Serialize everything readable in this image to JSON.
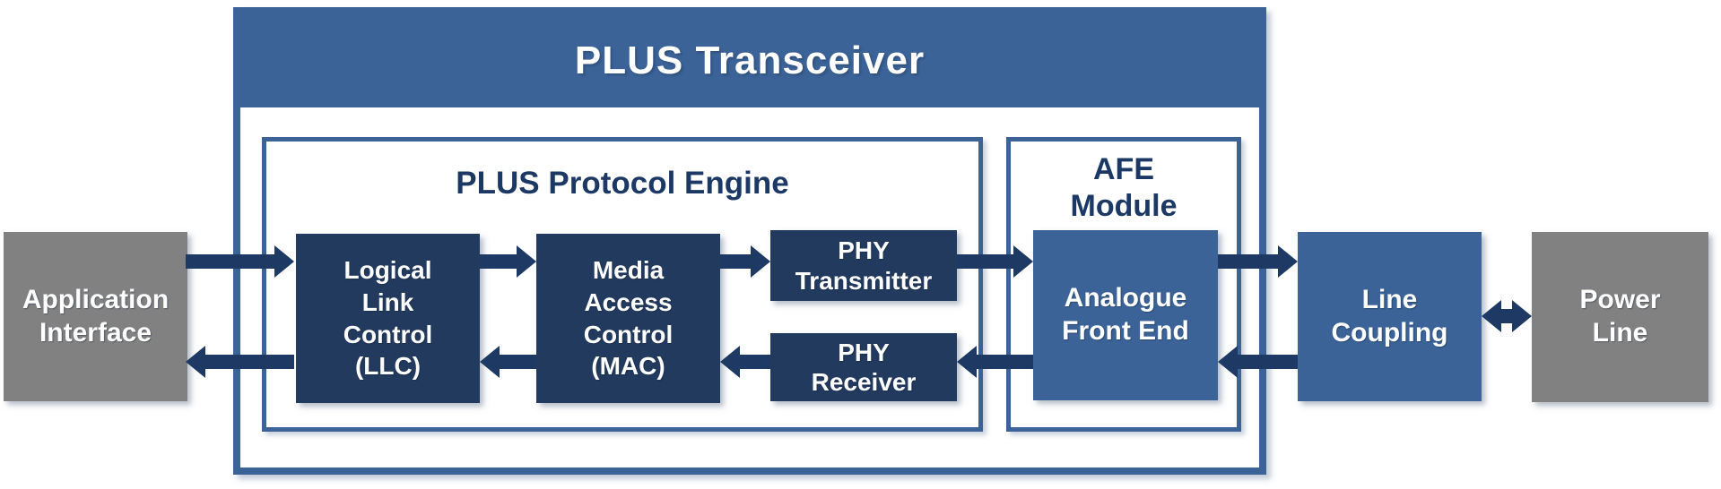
{
  "diagram": {
    "title": "PLUS Transceiver",
    "containers": {
      "transceiver": {
        "title": "PLUS Transceiver"
      },
      "protocol_engine": {
        "title": "PLUS Protocol Engine"
      },
      "afe_module": {
        "title": "AFE\nModule"
      }
    },
    "blocks": {
      "application_interface": {
        "label": "Application\nInterface"
      },
      "llc": {
        "label": "Logical\nLink\nControl\n(LLC)"
      },
      "mac": {
        "label": "Media\nAccess\nControl\n(MAC)"
      },
      "phy_transmitter": {
        "label": "PHY\nTransmitter"
      },
      "phy_receiver": {
        "label": "PHY\nReceiver"
      },
      "analogue_front_end": {
        "label": "Analogue\nFront End"
      },
      "line_coupling": {
        "label": "Line\nCoupling"
      },
      "power_line": {
        "label": "Power\nLine"
      }
    },
    "connections": [
      {
        "from": "application_interface",
        "to": "llc",
        "direction": "right"
      },
      {
        "from": "llc",
        "to": "mac",
        "direction": "right"
      },
      {
        "from": "mac",
        "to": "phy_transmitter",
        "direction": "right"
      },
      {
        "from": "phy_transmitter",
        "to": "analogue_front_end",
        "direction": "right"
      },
      {
        "from": "analogue_front_end",
        "to": "line_coupling",
        "direction": "right"
      },
      {
        "from": "line_coupling",
        "to": "analogue_front_end",
        "direction": "left"
      },
      {
        "from": "analogue_front_end",
        "to": "phy_receiver",
        "direction": "left"
      },
      {
        "from": "phy_receiver",
        "to": "mac",
        "direction": "left"
      },
      {
        "from": "mac",
        "to": "llc",
        "direction": "left"
      },
      {
        "from": "llc",
        "to": "application_interface",
        "direction": "left"
      },
      {
        "from": "line_coupling",
        "to": "power_line",
        "direction": "both"
      }
    ],
    "colors": {
      "medium_blue": "#3b6397",
      "dark_navy_box": "#223a5e",
      "arrow_navy": "#1e3a64",
      "gray_box": "#818181",
      "container_title_text": "#1c3966",
      "box_text": "#ffffff",
      "background": "#ffffff"
    }
  }
}
